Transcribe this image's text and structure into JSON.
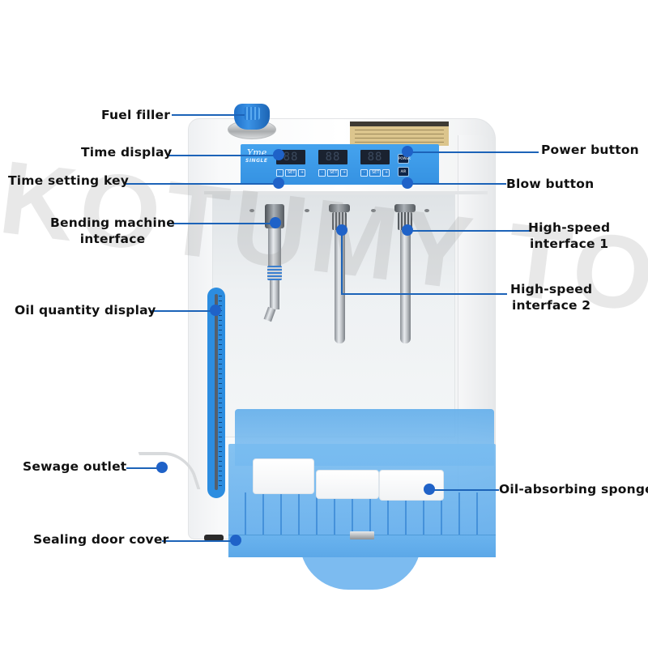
{
  "watermark": "KOTUMY TOOL",
  "device": {
    "brand_logo": "Yme",
    "brand_sub": "SINGLE",
    "timers": [
      {
        "display": "88",
        "keys": {
          "minus": "-",
          "set": "SET",
          "plus": "+"
        }
      },
      {
        "display": "88",
        "keys": {
          "minus": "-",
          "set": "SET",
          "plus": "+"
        }
      },
      {
        "display": "88",
        "keys": {
          "minus": "-",
          "set": "SET",
          "plus": "+"
        }
      }
    ],
    "buttons": {
      "power": "POWER",
      "blow": "AIR"
    }
  },
  "annotations": [
    {
      "id": "fuel-filler",
      "label": "Fuel filler",
      "side": "left"
    },
    {
      "id": "time-display",
      "label": "Time display",
      "side": "left"
    },
    {
      "id": "time-setting-key",
      "label": "Time setting key",
      "side": "left"
    },
    {
      "id": "bending-machine-interface",
      "label": "Bending machine\ninterface",
      "side": "left"
    },
    {
      "id": "oil-quantity-display",
      "label": "Oil quantity display",
      "side": "left"
    },
    {
      "id": "sewage-outlet",
      "label": "Sewage outlet",
      "side": "left"
    },
    {
      "id": "sealing-door-cover",
      "label": "Sealing door cover",
      "side": "left"
    },
    {
      "id": "power-button",
      "label": "Power button",
      "side": "right"
    },
    {
      "id": "blow-button",
      "label": "Blow button",
      "side": "right"
    },
    {
      "id": "high-speed-interface-1",
      "label": "High-speed\ninterface 1",
      "side": "right"
    },
    {
      "id": "high-speed-interface-2",
      "label": "High-speed\ninterface 2",
      "side": "right"
    },
    {
      "id": "oil-absorbing-sponge",
      "label": "Oil-absorbing sponge",
      "side": "right"
    }
  ],
  "labels": {
    "fuel_filler": "Fuel filler",
    "time_display": "Time display",
    "time_setting_key": "Time setting key",
    "bending_line1": "Bending machine",
    "bending_line2": "interface",
    "oil_quantity_display": "Oil quantity display",
    "sewage_outlet": "Sewage outlet",
    "sealing_door_cover": "Sealing door cover",
    "power_button": "Power button",
    "blow_button": "Blow button",
    "hs1_line1": "High-speed",
    "hs1_line2": "interface 1",
    "hs2_line1": "High-speed",
    "hs2_line2": "interface 2",
    "oil_absorbing_sponge": "Oil-absorbing sponge"
  },
  "colors": {
    "accent_blue": "#1f62c8",
    "panel_blue": "#3d9be8",
    "tray_blue": "#6ab3ee",
    "text": "#111111"
  }
}
